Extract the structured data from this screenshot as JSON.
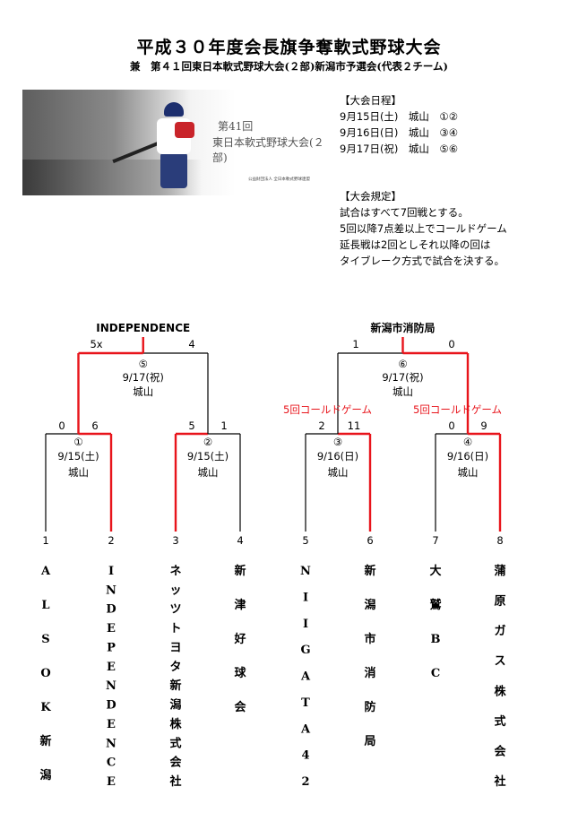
{
  "header": {
    "title": "平成３０年度会長旗争奪軟式野球大会",
    "subtitle": "兼　第４１回東日本軟式野球大会(２部)新潟市予選会(代表２チーム)"
  },
  "banner": {
    "line1": "第41回",
    "line2": "東日本軟式野球大会(２部)",
    "org": "公益財団法人 全日本軟式野球連盟"
  },
  "schedule": {
    "heading": "【大会日程】",
    "lines": [
      "9月15日(土)　城山　①②",
      "9月16日(日)　城山　③④",
      "9月17日(祝)　城山　⑤⑥"
    ]
  },
  "rules": {
    "heading": "【大会規定】",
    "lines": [
      "試合はすべて7回戦とする。",
      "5回以降7点差以上でコールドゲーム",
      "延長戦は2回としそれ以降の回は",
      "タイブレーク方式で試合を決する。"
    ]
  },
  "bracket": {
    "colors": {
      "winner": "#e8141b",
      "line": "#000000"
    },
    "finals": [
      {
        "winner": "INDEPENDENCE",
        "left_score": "5x",
        "right_score": "4",
        "no": "⑤",
        "date": "9/17(祝)",
        "venue": "城山",
        "note": ""
      },
      {
        "winner": "新潟市消防局",
        "left_score": "1",
        "right_score": "0",
        "no": "⑥",
        "date": "9/17(祝)",
        "venue": "城山",
        "note": ""
      }
    ],
    "first_round": [
      {
        "no": "①",
        "date": "9/15(土)",
        "venue": "城山",
        "left_score": "0",
        "right_score": "6",
        "note": ""
      },
      {
        "no": "②",
        "date": "9/15(土)",
        "venue": "城山",
        "left_score": "5",
        "right_score": "1",
        "note": ""
      },
      {
        "no": "③",
        "date": "9/16(日)",
        "venue": "城山",
        "left_score": "2",
        "right_score": "11",
        "note": "5回コールドゲーム"
      },
      {
        "no": "④",
        "date": "9/16(日)",
        "venue": "城山",
        "left_score": "0",
        "right_score": "9",
        "note": "5回コールドゲーム"
      }
    ],
    "teams": [
      {
        "num": "1",
        "name": "ALSOK新潟"
      },
      {
        "num": "2",
        "name": "INDEPENDENCE"
      },
      {
        "num": "3",
        "name": "ネッツトヨタ新潟株式会社"
      },
      {
        "num": "4",
        "name": "新津好球会"
      },
      {
        "num": "5",
        "name": "NIIGATA42"
      },
      {
        "num": "6",
        "name": "新潟市消防局"
      },
      {
        "num": "7",
        "name": "大鷲BC"
      },
      {
        "num": "8",
        "name": "蒲原ガス株式会社"
      }
    ]
  }
}
